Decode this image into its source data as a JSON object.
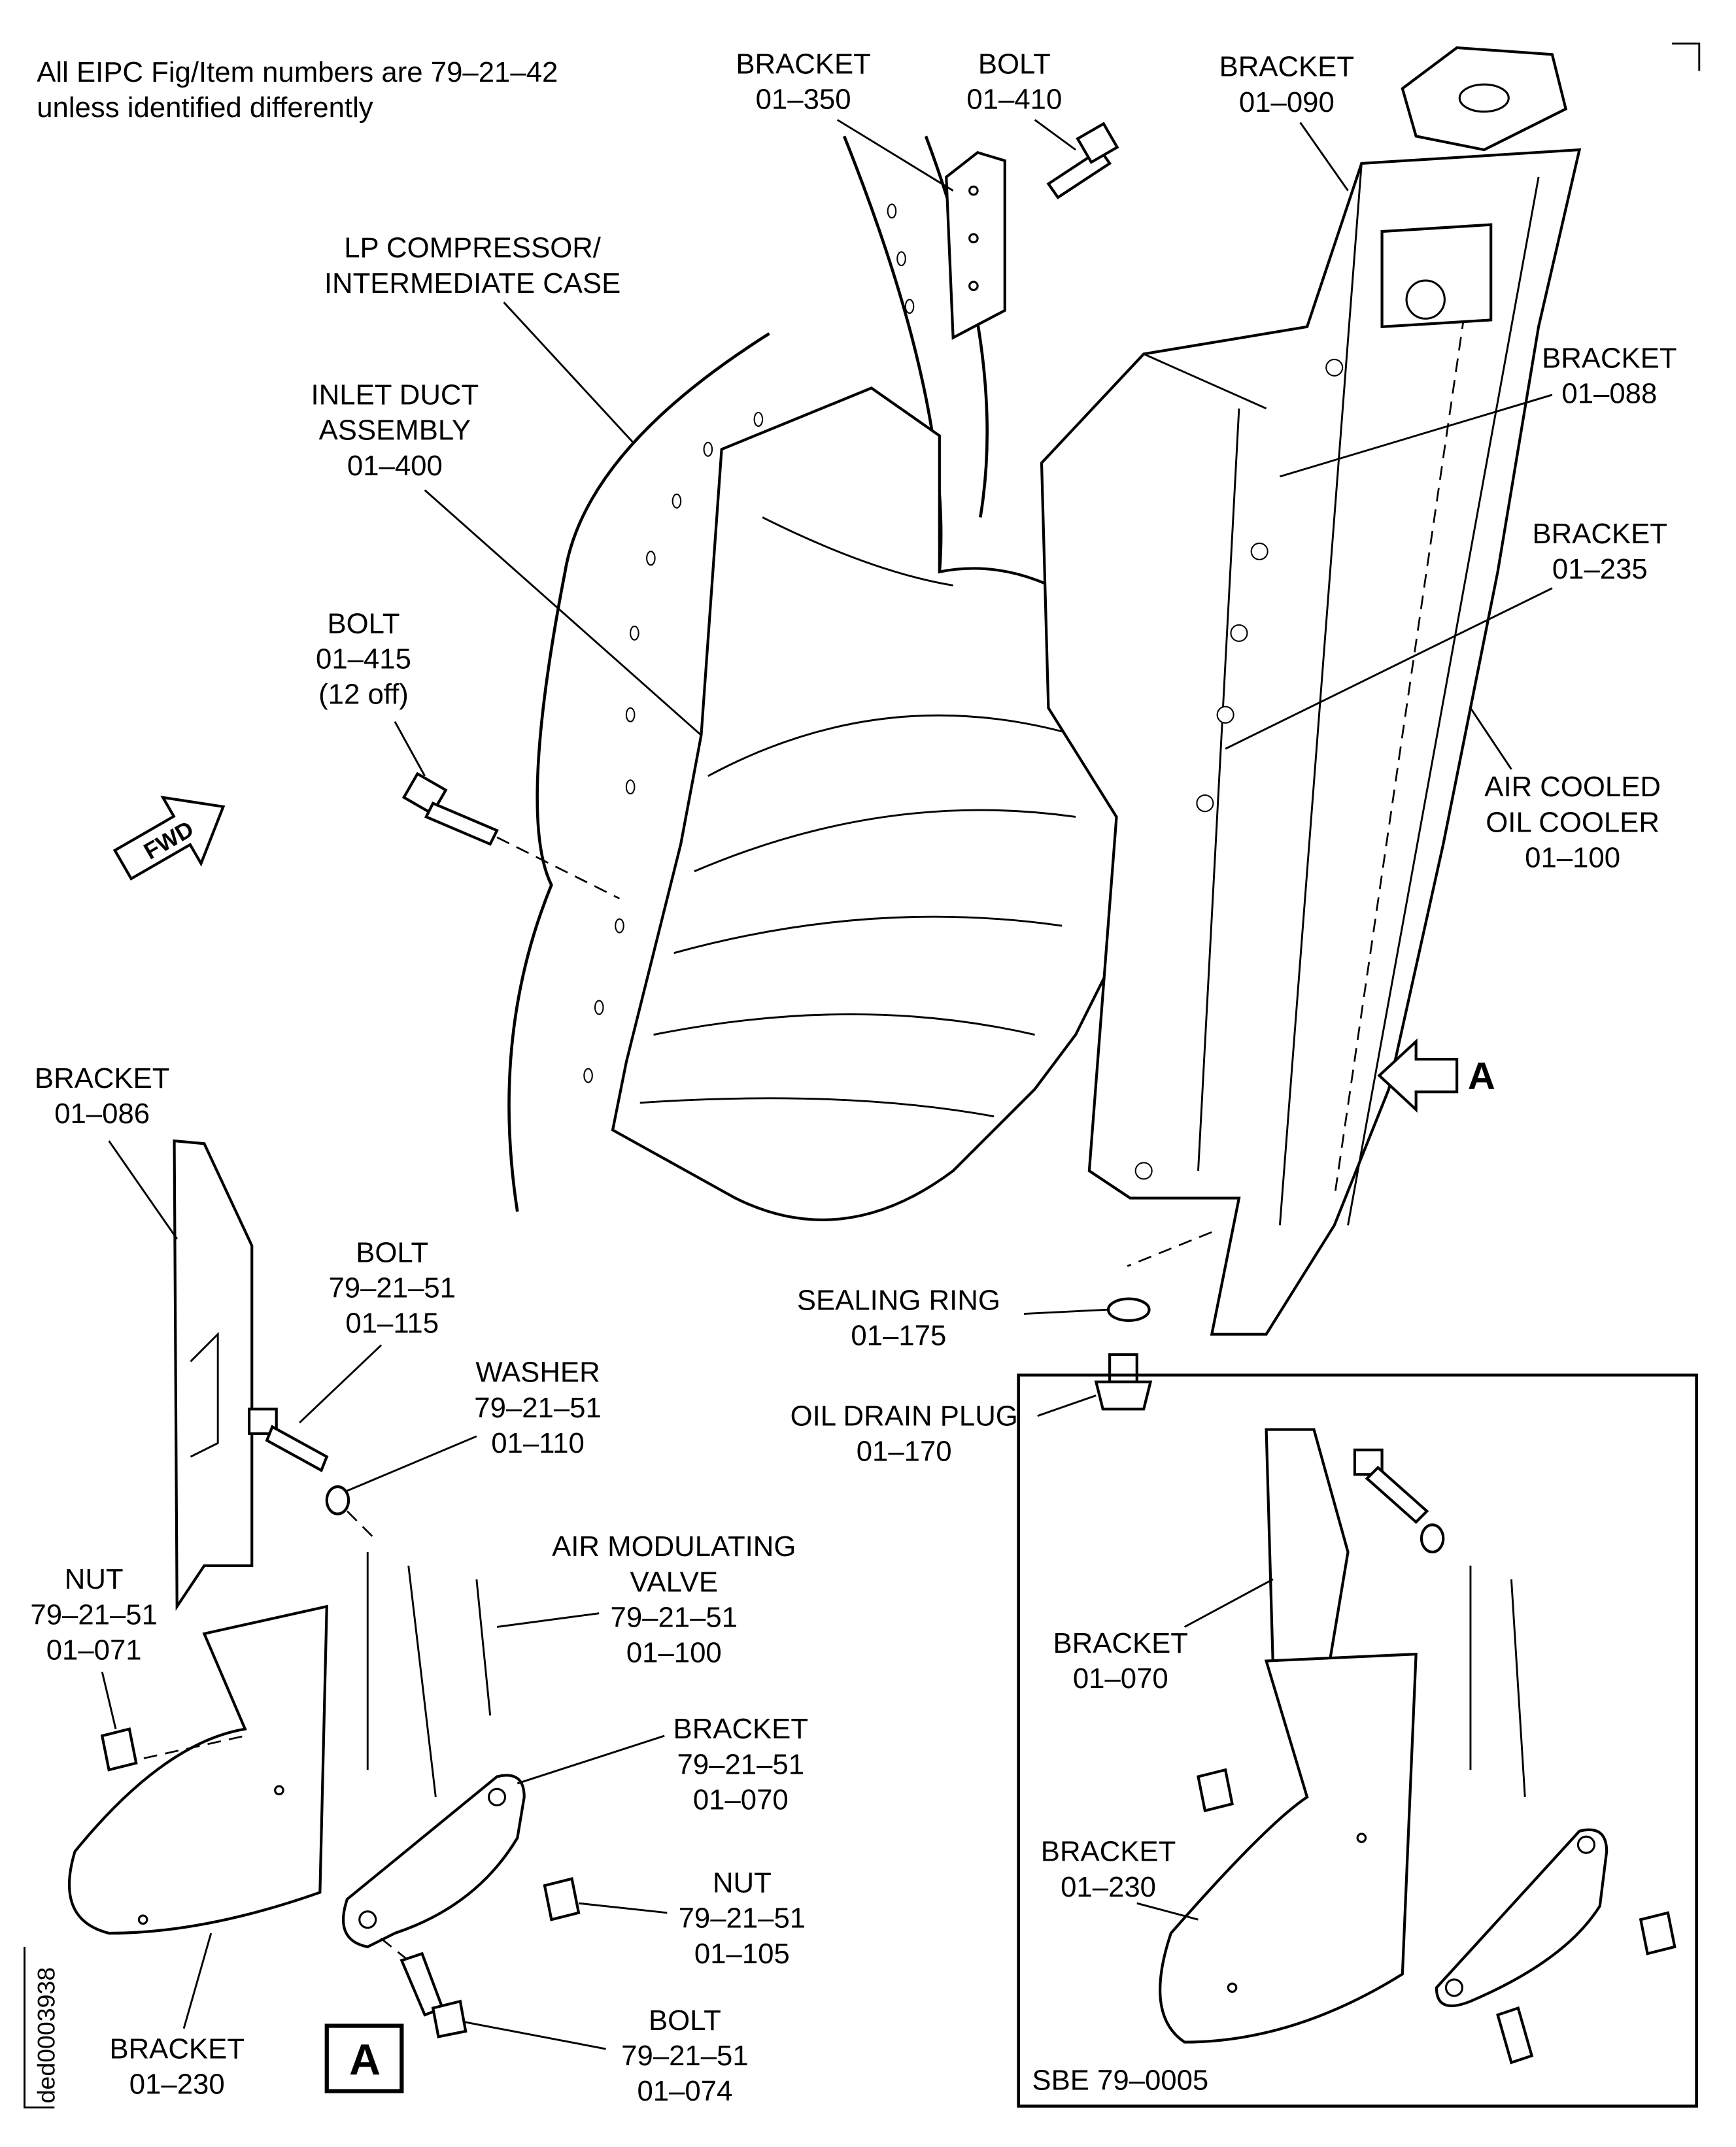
{
  "note": [
    "All EIPC Fig/Item numbers are 79–21–42",
    "unless identified differently"
  ],
  "labels": {
    "bracket_350": [
      "BRACKET",
      "01–350"
    ],
    "bolt_410": [
      "BOLT",
      "01–410"
    ],
    "bracket_090": [
      "BRACKET",
      "01–090"
    ],
    "lp_case": [
      "LP COMPRESSOR/",
      "INTERMEDIATE CASE"
    ],
    "inlet_duct": [
      "INLET DUCT",
      "ASSEMBLY",
      "01–400"
    ],
    "bracket_088": [
      "BRACKET",
      "01–088"
    ],
    "bracket_235": [
      "BRACKET",
      "01–235"
    ],
    "bolt_415": [
      "BOLT",
      "01–415",
      "(12 off)"
    ],
    "oil_cooler": [
      "AIR COOLED",
      "OIL COOLER",
      "01–100"
    ],
    "bracket_086": [
      "BRACKET",
      "01–086"
    ],
    "bolt_115": [
      "BOLT",
      "79–21–51",
      "01–115"
    ],
    "washer_110": [
      "WASHER",
      "79–21–51",
      "01–110"
    ],
    "sealing_ring": [
      "SEALING RING",
      "01–175"
    ],
    "drain_plug": [
      "OIL DRAIN PLUG",
      "01–170"
    ],
    "amv": [
      "AIR MODULATING",
      "VALVE",
      "79–21–51",
      "01–100"
    ],
    "nut_071": [
      "NUT",
      "79–21–51",
      "01–071"
    ],
    "bracket_070_inset": [
      "BRACKET",
      "01–070"
    ],
    "bracket_070": [
      "BRACKET",
      "79–21–51",
      "01–070"
    ],
    "bracket_230_inset": [
      "BRACKET",
      "01–230"
    ],
    "nut_105": [
      "NUT",
      "79–21–51",
      "01–105"
    ],
    "bolt_074": [
      "BOLT",
      "79–21–51",
      "01–074"
    ],
    "bracket_230": [
      "BRACKET",
      "01–230"
    ]
  },
  "fwd_arrow": "FWD",
  "view_arrow": "A",
  "view_label": "A",
  "inset_caption": "SBE 79–0005",
  "drawing_id": "ded0003938"
}
